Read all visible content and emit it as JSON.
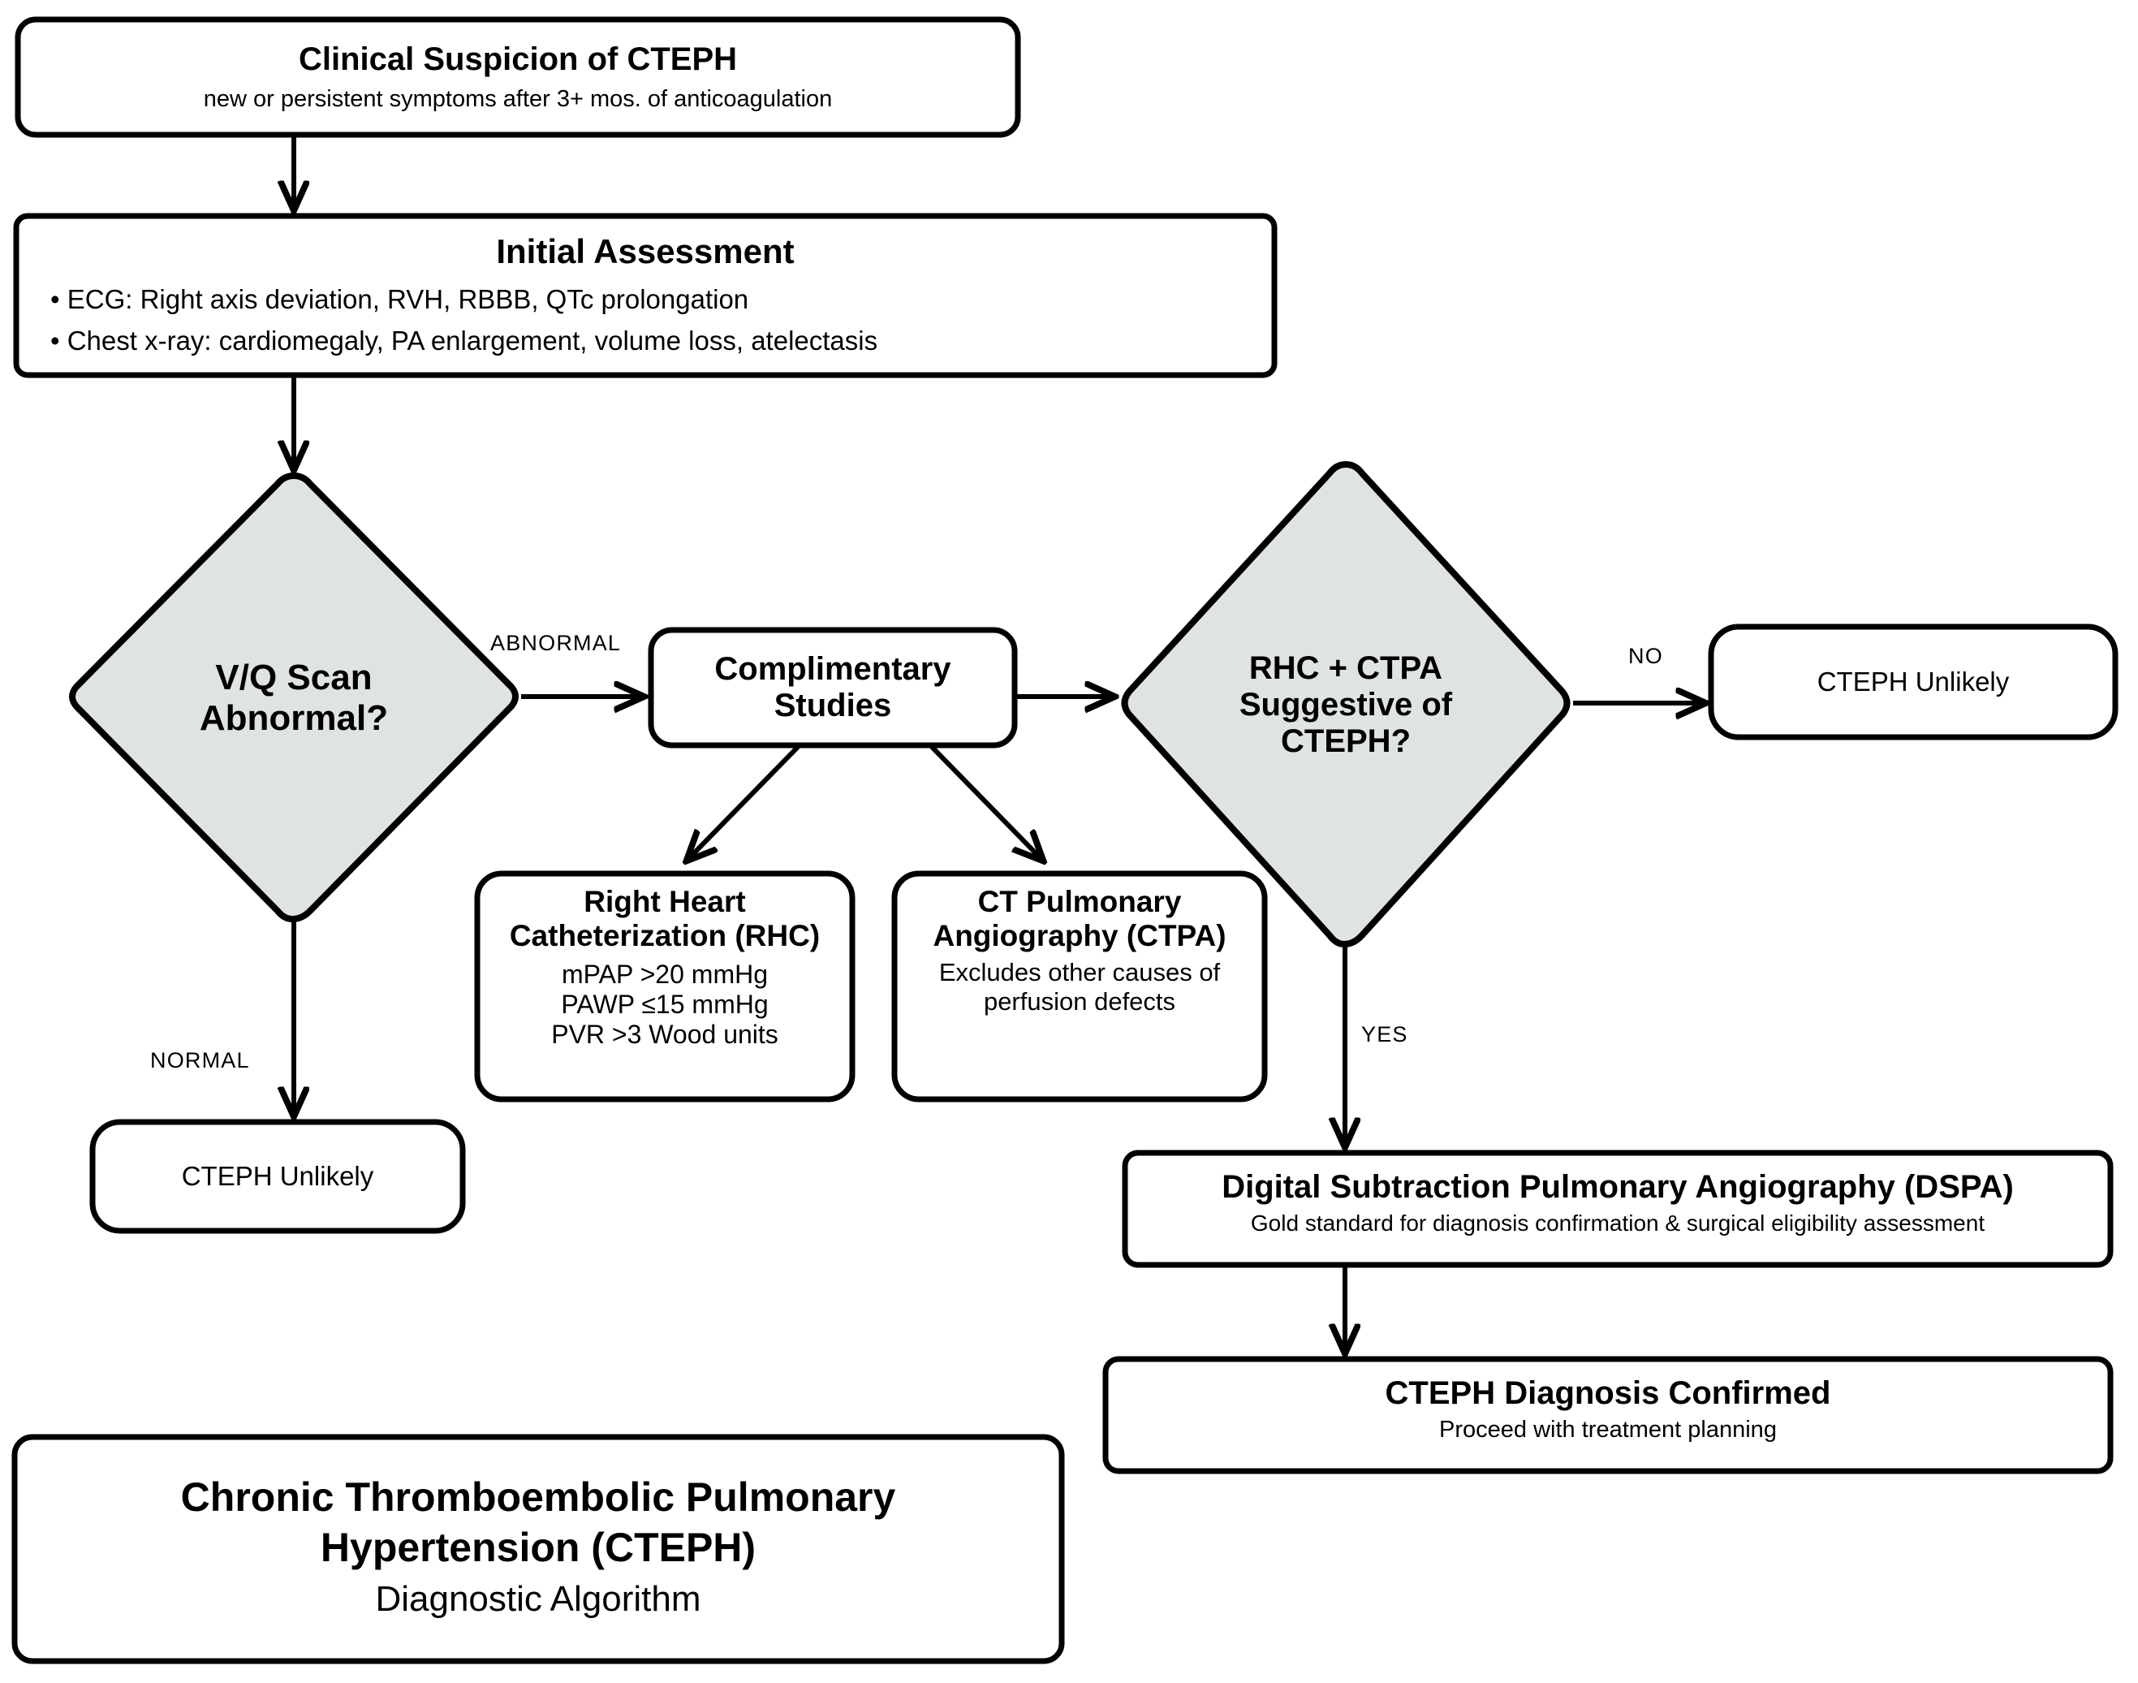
{
  "diagram": {
    "title_card": {
      "line1": "Chronic Thromboembolic Pulmonary",
      "line2": "Hypertension (CTEPH)",
      "line3": "Diagnostic Algorithm"
    },
    "nodes": {
      "clinical_suspicion": {
        "title": "Clinical Suspicion of CTEPH",
        "subtitle": "new or persistent symptoms after 3+ mos. of anticoagulation"
      },
      "initial_assessment": {
        "title": "Initial Assessment",
        "bullets": [
          "• ECG: Right axis deviation, RVH, RBBB, QTc prolongation",
          "• Chest x-ray: cardiomegaly, PA enlargement, volume loss, atelectasis"
        ]
      },
      "vq_scan_decision": {
        "line1": "V/Q Scan",
        "line2": "Abnormal?"
      },
      "complimentary_studies": {
        "line1": "Complimentary",
        "line2": "Studies"
      },
      "right_heart_catheterization": {
        "line1": "Right Heart",
        "line2": "Catheterization (RHC)",
        "detail1": "mPAP >20 mmHg",
        "detail2": "PAWP ≤15 mmHg",
        "detail3": "PVR >3 Wood units"
      },
      "ct_pulmonary_angiography": {
        "line1": "CT Pulmonary",
        "line2": "Angiography (CTPA)",
        "detail1": "Excludes other causes of",
        "detail2": "perfusion defects"
      },
      "rhc_ctpa_decision": {
        "line1": "RHC + CTPA",
        "line2": "Suggestive of",
        "line3": "CTEPH?"
      },
      "cteph_unlikely_left": {
        "title": "CTEPH Unlikely"
      },
      "cteph_unlikely_right": {
        "title": "CTEPH Unlikely"
      },
      "dspa": {
        "title": "Digital Subtraction Pulmonary Angiography (DSPA)",
        "subtitle": "Gold standard for diagnosis confirmation & surgical eligibility assessment"
      },
      "diagnosis_confirmed": {
        "title": "CTEPH Diagnosis Confirmed",
        "subtitle": "Proceed with treatment planning"
      }
    },
    "edge_labels": {
      "abnormal": "ABNORMAL",
      "normal": "NORMAL",
      "no": "NO",
      "yes": "YES"
    },
    "colors": {
      "decision_fill": "#dfe3e3",
      "process_fill": "#ffffff",
      "stroke": "#000000"
    }
  }
}
